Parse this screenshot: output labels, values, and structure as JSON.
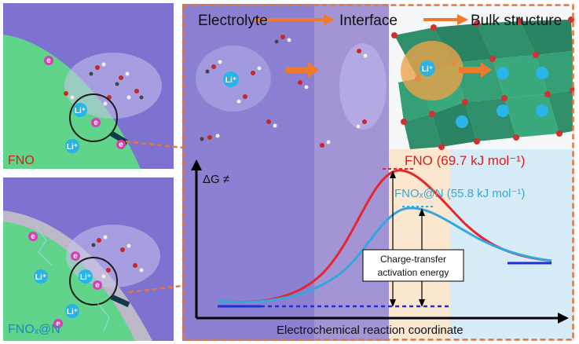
{
  "top_panel": {
    "label": "FNO",
    "ion": "Li⁺",
    "electron": "e"
  },
  "bottom_panel": {
    "label": "FNOₓ@N",
    "ion": "Li⁺",
    "electron": "e"
  },
  "main_panel": {
    "stage1": "Electrolyte",
    "stage2": "Interface",
    "stage3": "Bulk structure",
    "ion": "Li⁺",
    "y_axis_label": "ΔG ≠",
    "x_axis_label": "Electrochemical reaction coordinate",
    "fno_label": "FNO (69.7 kJ mol⁻¹)",
    "fno_n_label": "FNOₓ@N (55.8 kJ mol⁻¹)",
    "annotation_line1": "Charge-transfer",
    "annotation_line2": "activation energy"
  }
}
